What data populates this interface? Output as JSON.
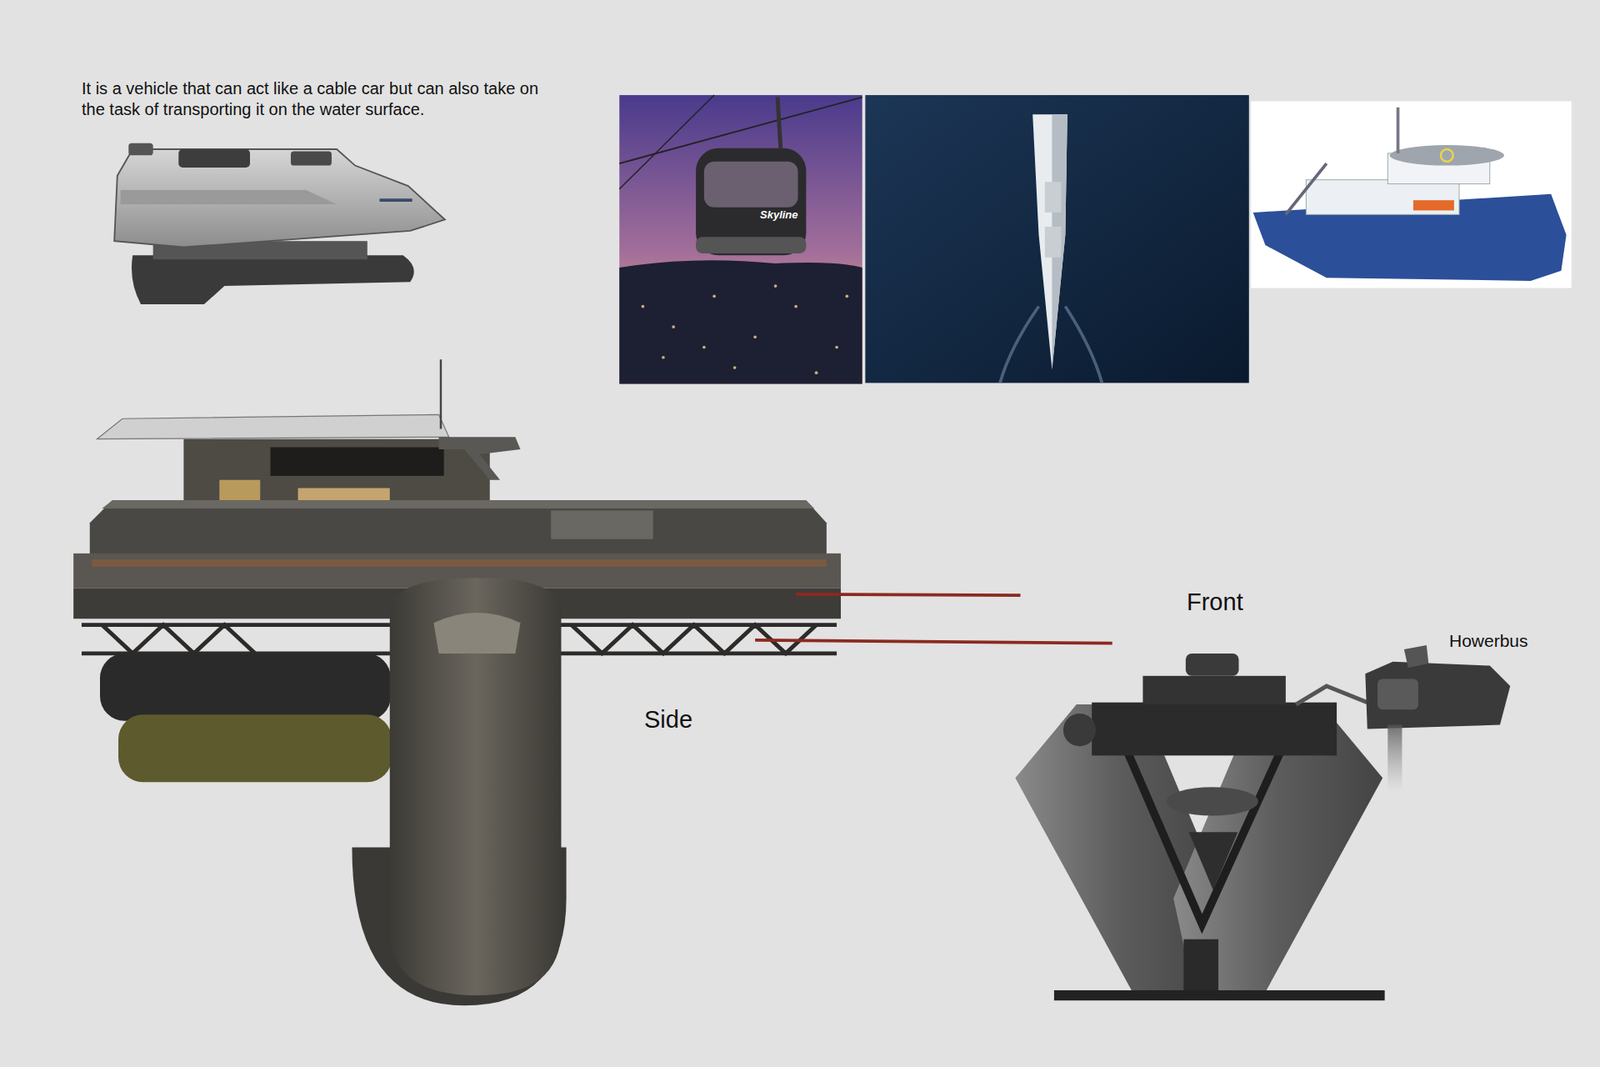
{
  "diagram": {
    "labels": [
      "It is a vehicle that can act like a cable car but can also take on the task of transporting it on the water surface.",
      "Side",
      "Front",
      "Howerbus",
      "Skyline"
    ]
  }
}
